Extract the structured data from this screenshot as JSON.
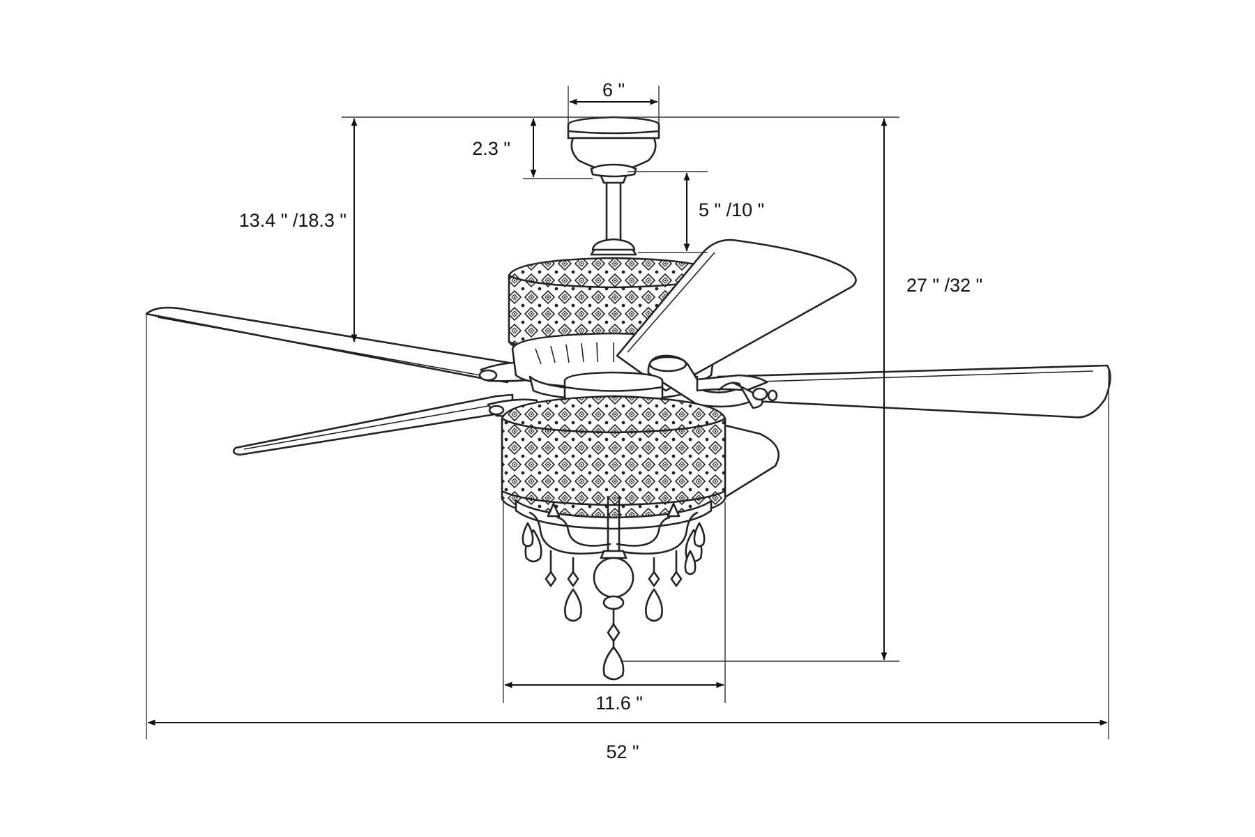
{
  "dimensions": {
    "canopy_width": "6 \"",
    "canopy_height": "2.3 \"",
    "downrod_length": "5 \" /10 \"",
    "ceiling_to_blade": "13.4 \" /18.3 \"",
    "overall_height": "27 \" /32 \"",
    "light_kit_width": "11.6 \"",
    "blade_span": "52 \""
  },
  "colors": {
    "line": "#222222",
    "background": "#ffffff"
  }
}
